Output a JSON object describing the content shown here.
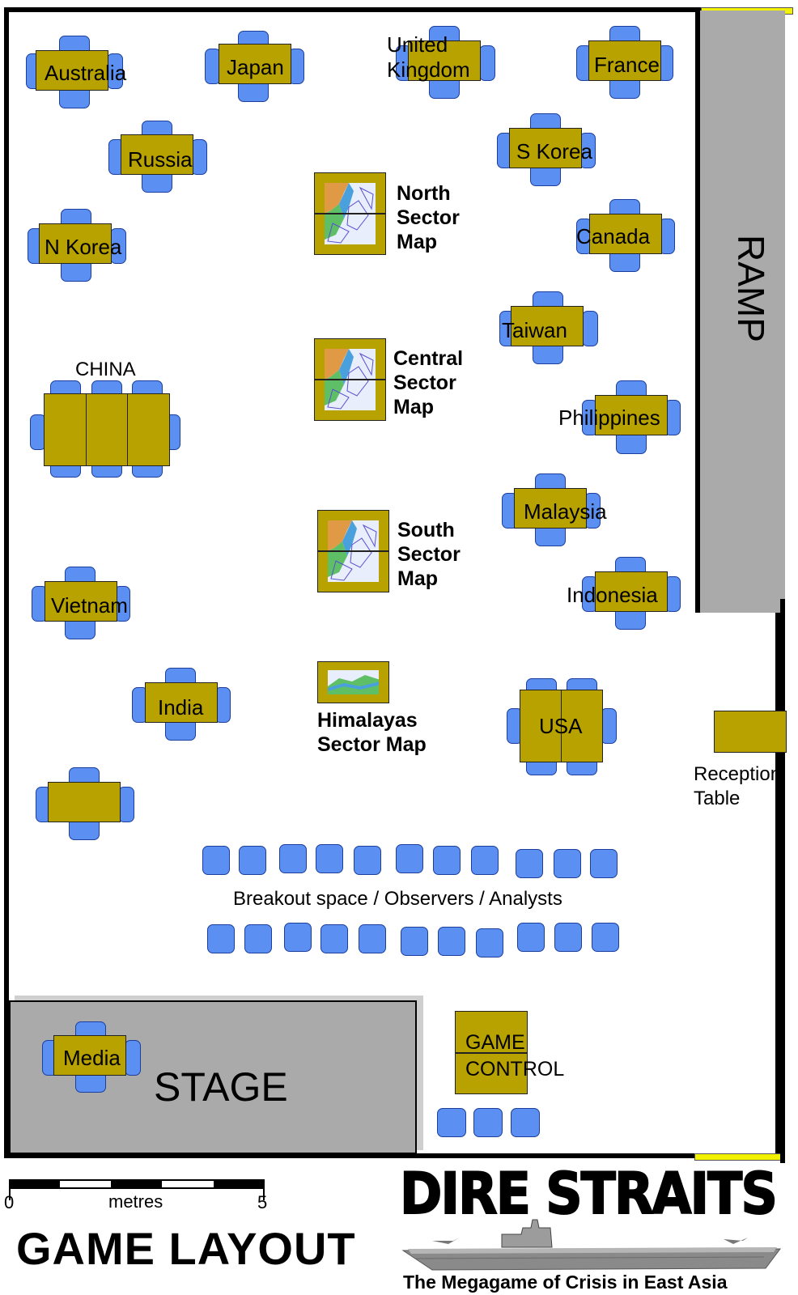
{
  "delegations": {
    "australia": "Australia",
    "japan": "Japan",
    "uk": "United\nKingdom",
    "france": "France",
    "russia": "Russia",
    "s_korea": "S Korea",
    "n_korea": "N Korea",
    "canada": "Canada",
    "taiwan": "Taiwan",
    "china": "CHINA",
    "philippines": "Philippines",
    "malaysia": "Malaysia",
    "indonesia": "Indonesia",
    "vietnam": "Vietnam",
    "india": "India",
    "usa": "USA",
    "media": "Media"
  },
  "maps": {
    "north": "North\nSector\nMap",
    "central": "Central\nSector\nMap",
    "south": "South\nSector\nMap",
    "himalayas": "Himalayas\nSector Map"
  },
  "areas": {
    "ramp": "RAMP",
    "stage": "STAGE",
    "game_control": "GAME\nCONTROL",
    "reception": "Reception\nTable",
    "breakout": "Breakout space / Observers / Analysts"
  },
  "scale": {
    "zero": "0",
    "unit": "metres",
    "five": "5"
  },
  "footer": {
    "layout_title": "GAME LAYOUT",
    "logo_title": "DIRE STRAITS",
    "tagline": "The Megagame of Crisis in East Asia"
  },
  "colors": {
    "table": "#b8a200",
    "chair": "#5b8ff2",
    "stage": "#aaaaaa",
    "accent": "#f2f200"
  }
}
